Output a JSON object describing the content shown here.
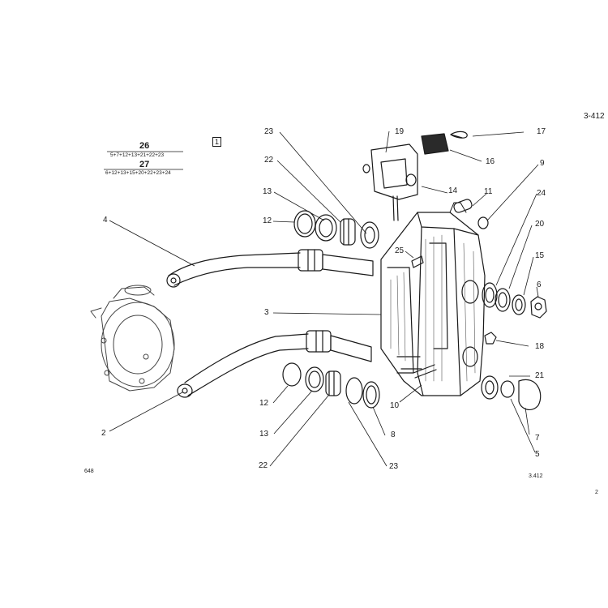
{
  "page": {
    "page_ref_top": "3-412",
    "page_ref_bottom": "3.412",
    "page_number": "2",
    "figure_code": "648",
    "figure_index": "1"
  },
  "kits": [
    {
      "number": "26",
      "parts": "5+7+12+13+21+22+23"
    },
    {
      "number": "27",
      "parts": "6+12+13+15+20+22+23+24"
    }
  ],
  "callouts": {
    "c2": "2",
    "c3": "3",
    "c4": "4",
    "c5": "5",
    "c6": "6",
    "c7": "7",
    "c8": "8",
    "c9": "9",
    "c10": "10",
    "c11": "11",
    "c12a": "12",
    "c12b": "12",
    "c13a": "13",
    "c13b": "13",
    "c14": "14",
    "c15": "15",
    "c16": "16",
    "c17": "17",
    "c18": "18",
    "c19": "19",
    "c20": "20",
    "c21": "21",
    "c22a": "22",
    "c22b": "22",
    "c23a": "23",
    "c23b": "23",
    "c24": "24",
    "c25": "25"
  }
}
